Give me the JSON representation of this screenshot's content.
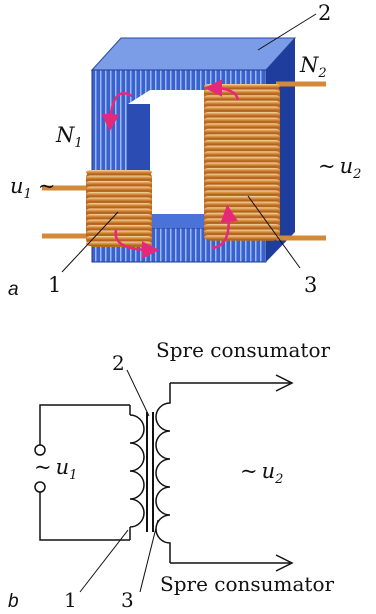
{
  "part_a": {
    "letter": "a",
    "labels": {
      "core": "2",
      "primary": "1",
      "secondary": "3",
      "n1": "N",
      "n1_sub": "1",
      "n2": "N",
      "n2_sub": "2",
      "u1": "u",
      "u1_sub": "1",
      "u1_tilde": "~",
      "u2_tilde": "~",
      "u2": "u",
      "u2_sub": "2"
    }
  },
  "part_b": {
    "letter": "b",
    "labels": {
      "core": "2",
      "primary": "1",
      "secondary": "3",
      "to_consumer_top": "Spre consumator",
      "to_consumer_bottom": "Spre consumator",
      "u1_tilde": "~",
      "u1": "u",
      "u1_sub": "1",
      "u2_tilde": "~",
      "u2": "u",
      "u2_sub": "2"
    }
  },
  "colors": {
    "core_front": "#2f56c4",
    "core_top": "#6f93e3",
    "core_side": "#1f3d9c",
    "coil": "#d3893a",
    "coil_light": "#f6d6a8",
    "flux_arrow": "#e6287a",
    "line": "#111111"
  }
}
